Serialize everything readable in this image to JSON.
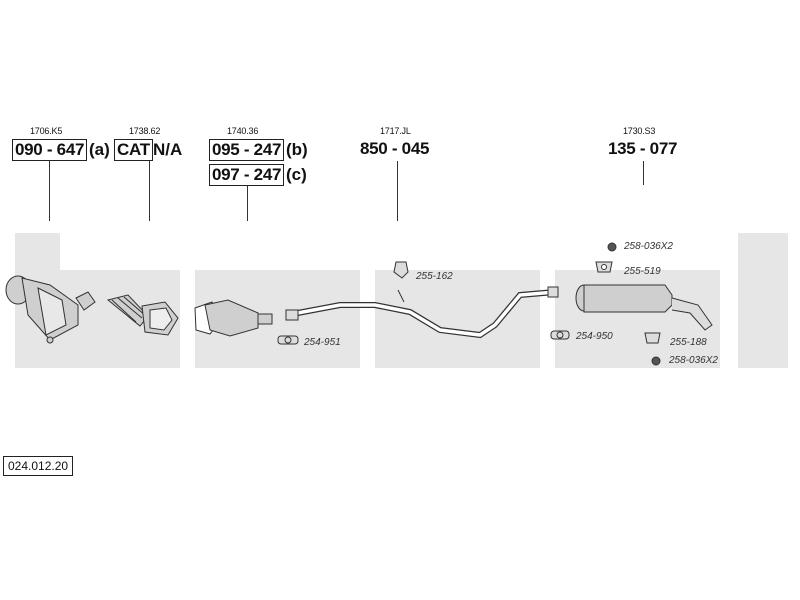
{
  "parts": [
    {
      "ref": "1706.K5",
      "number": "090 - 647",
      "suffix": "(a)"
    },
    {
      "ref": "1738.62",
      "number": "CAT",
      "suffix": "N/A"
    },
    {
      "ref": "1740.36",
      "number": "095 - 247",
      "suffix": "(b)",
      "alt_number": "097 - 247",
      "alt_suffix": "(c)"
    },
    {
      "ref": "1717.JL",
      "number": "850 - 045"
    },
    {
      "ref": "1730.S3",
      "number": "135 - 077"
    }
  ],
  "accessories": [
    {
      "code": "254-951"
    },
    {
      "code": "255-162"
    },
    {
      "code": "258-036X2"
    },
    {
      "code": "255-519"
    },
    {
      "code": "254-950"
    },
    {
      "code": "255-188"
    },
    {
      "code": "258-036X2"
    }
  ],
  "diagram_code": "024.012.20",
  "colors": {
    "band": "#e6e6e6",
    "line": "#333333",
    "part_fill": "#cfcfcf"
  }
}
